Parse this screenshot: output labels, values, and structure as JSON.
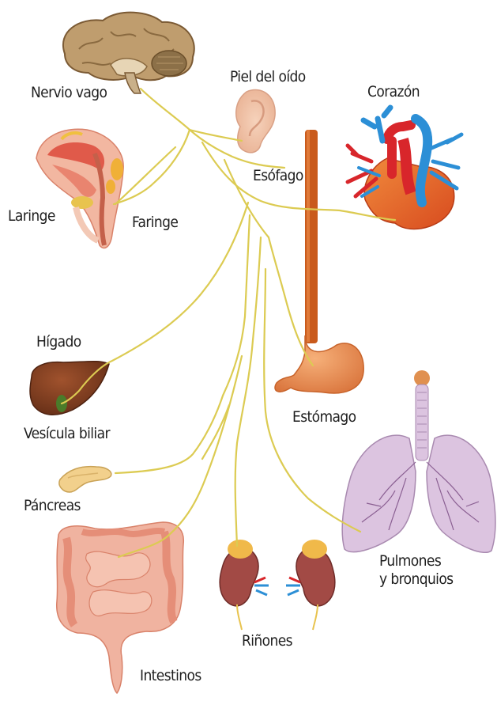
{
  "labels": {
    "nervio_vago": "Nervio vago",
    "piel_oido": "Piel del oído",
    "corazon": "Corazón",
    "laringe": "Laringe",
    "faringe": "Faringe",
    "esofago": "Esófago",
    "higado": "Hígado",
    "vesicula": "Vesícula biliar",
    "estomago": "Estómago",
    "pancreas": "Páncreas",
    "pulmones": "Pulmones\ny bronquios",
    "rinones": "Riñones",
    "intestinos": "Intestinos"
  },
  "icons": [
    "brain-icon",
    "ear-icon",
    "heart-icon",
    "larynx-pharynx-icon",
    "esophagus-icon",
    "liver-icon",
    "gallbladder-icon",
    "stomach-icon",
    "pancreas-icon",
    "lungs-icon",
    "kidneys-icon",
    "intestines-icon"
  ],
  "colors": {
    "nerve": "#dccb52",
    "brain": "#b99a6f",
    "skin": "#f1c6a8",
    "esophagus": "#c95a1c",
    "liver": "#7b3a1f",
    "heart_red": "#d8262b",
    "heart_blue": "#2c8fd6",
    "lungs": "#dcc4e0",
    "intestine": "#f0b3a0",
    "kidney": "#a24a45"
  }
}
